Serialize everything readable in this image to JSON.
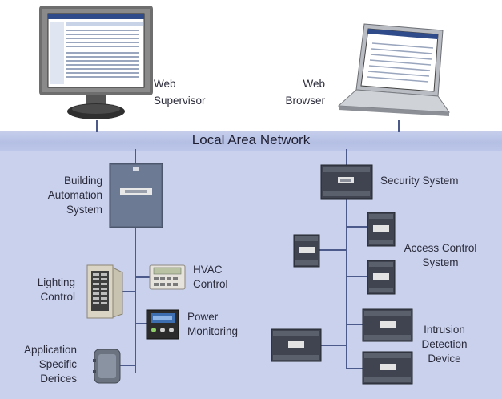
{
  "network": {
    "title": "Local Area Network"
  },
  "top": {
    "supervisor": {
      "line1": "Web",
      "line2": "Supervisor"
    },
    "browser": {
      "line1": "Web",
      "line2": "Browser"
    }
  },
  "left": {
    "bas": {
      "line1": "Building",
      "line2": "Automation",
      "line3": "System"
    },
    "lighting": {
      "line1": "Lighting",
      "line2": "Control"
    },
    "app": {
      "line1": "Application",
      "line2": "Specific",
      "line3": "Derices"
    },
    "hvac": {
      "line1": "HVAC",
      "line2": "Control"
    },
    "power": {
      "line1": "Power",
      "line2": "Monitoring"
    }
  },
  "right": {
    "security": {
      "line1": "Security System"
    },
    "access": {
      "line1": "Access Control",
      "line2": "System"
    },
    "intrusion": {
      "line1": "Intrusion",
      "line2": "Detection",
      "line3": "Device"
    }
  },
  "colors": {
    "panel": "#c9d1ec",
    "band": "#b4bfe4",
    "wire": "#4b5a8a"
  }
}
